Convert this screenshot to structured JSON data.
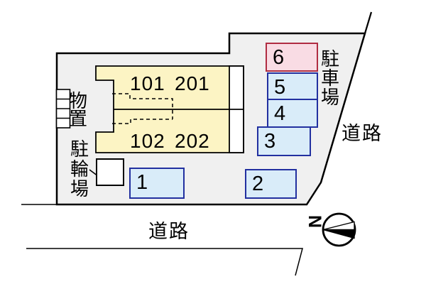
{
  "building": {
    "units": [
      {
        "label": "101"
      },
      {
        "label": "201"
      },
      {
        "label": "102"
      },
      {
        "label": "202"
      }
    ]
  },
  "parking": {
    "area_label": "駐車場",
    "spaces": [
      {
        "number": "6",
        "highlight": true
      },
      {
        "number": "5",
        "highlight": false
      },
      {
        "number": "4",
        "highlight": false
      },
      {
        "number": "3",
        "highlight": false
      },
      {
        "number": "1",
        "highlight": false
      },
      {
        "number": "2",
        "highlight": false
      }
    ]
  },
  "bicycle_parking": {
    "label": "駐輪場"
  },
  "storage": {
    "label": "物置"
  },
  "roads": {
    "right_label": "道路",
    "bottom_label": "道路"
  },
  "compass": {
    "north_label": "N"
  },
  "colors": {
    "site_fill": "#f0f0f0",
    "building_fill": "#fcf4c4",
    "balcony_fill": "#ffffff",
    "parking_fill": "#d9ecf9",
    "parking_border": "#2230a0",
    "parking_highlight_fill": "#f9dce4",
    "parking_highlight_border": "#b02c42",
    "line": "#000000"
  }
}
